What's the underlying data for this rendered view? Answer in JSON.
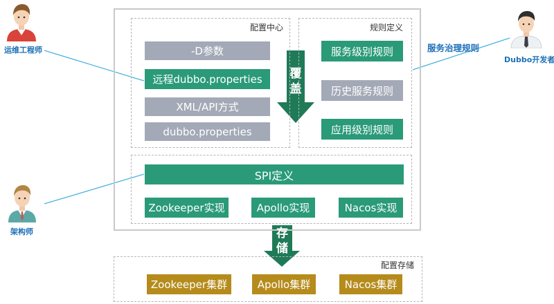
{
  "config_center": {
    "label": "配置中心",
    "items": [
      "-D参数",
      "远程dubbo.properties",
      "XML/API方式",
      "dubbo.properties"
    ]
  },
  "override_arrow": "覆\n盖",
  "rules": {
    "label": "规则定义",
    "items": [
      "服务级别规则",
      "历史服务规则",
      "应用级别规则"
    ]
  },
  "spi": {
    "title": "SPI定义",
    "impls": [
      "Zookeeper实现",
      "Apollo实现",
      "Nacos实现"
    ]
  },
  "storage_arrow": "存\n储",
  "storage": {
    "label": "配置存储",
    "clusters": [
      "Zookeeper集群",
      "Apollo集群",
      "Nacos集群"
    ]
  },
  "roles": {
    "ops": "运维工程师",
    "architect": "架构师",
    "developer": "Dubbo开发者",
    "governance": "服务治理规则"
  },
  "colors": {
    "green": "#2a9a78",
    "gray": "#a3a9b6",
    "gold": "#b58b1c",
    "role_blue": "#1c6fb8",
    "arrow_green": "#1f7a58"
  }
}
